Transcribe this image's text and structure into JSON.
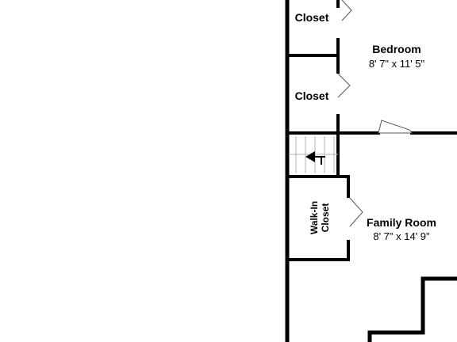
{
  "plan": {
    "bedroom": {
      "name": "Bedroom",
      "dimensions": "8' 7\" x 11' 5\""
    },
    "family_room": {
      "name": "Family Room",
      "dimensions": "8' 7\" x 14' 9\""
    },
    "closet_top": {
      "name": "Closet"
    },
    "closet_middle": {
      "name": "Closet"
    },
    "walk_in_closet": {
      "line1": "Walk-In",
      "line2": "Closet"
    }
  },
  "colors": {
    "wall": "#000000",
    "background": "#ffffff",
    "stair_line": "#b0b0b0",
    "door_swing": "#555555"
  },
  "icons": {
    "stair_direction": "arrow-left-icon"
  }
}
